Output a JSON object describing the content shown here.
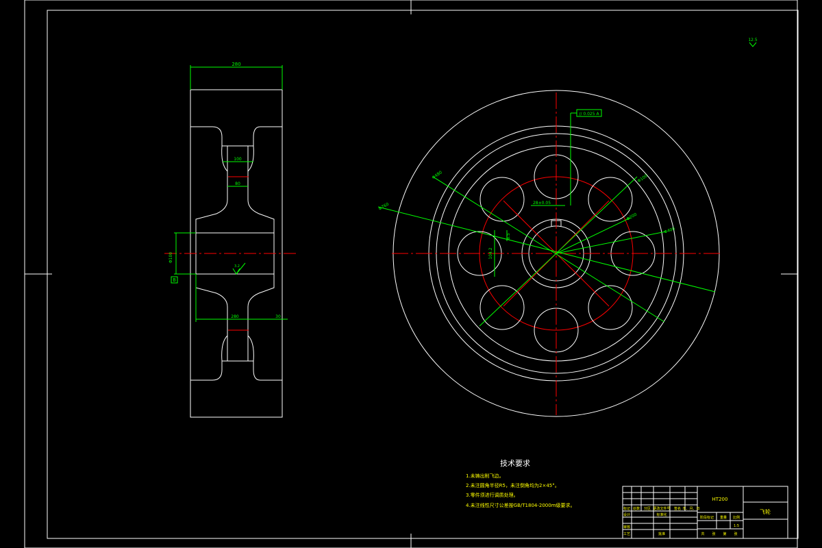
{
  "colors": {
    "background": "#000000",
    "outline": "#ffffff",
    "dimension": "#00ff00",
    "centerline": "#ff0000",
    "note_text": "#ffff00"
  },
  "side_view": {
    "dim_overall_width": "280",
    "dim_web_slot": "100",
    "dim_web": "80",
    "dim_bore_gap": "280",
    "dim_chamfer": "30",
    "dim_bore_dia": "Φ100",
    "datum_label": "B",
    "surface_finish": "3.2"
  },
  "front_view": {
    "tolerance_frame": "// 0.025 A",
    "dia_outer": "Φ760",
    "dia_bolt_circle": "Φ480",
    "dia_holes": "Φ100",
    "dia_hub": "Φ200",
    "dia_rim_inner": "Φ600",
    "dia_mid": "Φ400",
    "keyway_width": "28±0.05",
    "keyway_depth": "8.5",
    "bore_height": "104.2"
  },
  "roughness_note": "12.5",
  "tech_requirements": {
    "title": "技术要求",
    "items": [
      "1.未铸出削飞边。",
      "2.未注圆角半径R5，未注倒角均为2×45°。",
      "3.零件须进行调质处理。",
      "4.未注线性尺寸公差按GB/T1804-2000m级要求。"
    ]
  },
  "title_block": {
    "material": "HT200",
    "part_name": "飞轮",
    "row_marks": [
      "标记",
      "处数",
      "分区",
      "更改文件号",
      "签名",
      "年、月、日"
    ],
    "designer_label": "设计",
    "standardize_label": "标准化",
    "review_label": "审核",
    "process_label": "工艺",
    "approve_label": "批准",
    "stage_label": "阶段标记",
    "weight_label": "重量",
    "scale_label": "比例",
    "scale_value": "1:5",
    "sheet_label": "共",
    "sheet_of": "张",
    "sheet_no": "第"
  }
}
